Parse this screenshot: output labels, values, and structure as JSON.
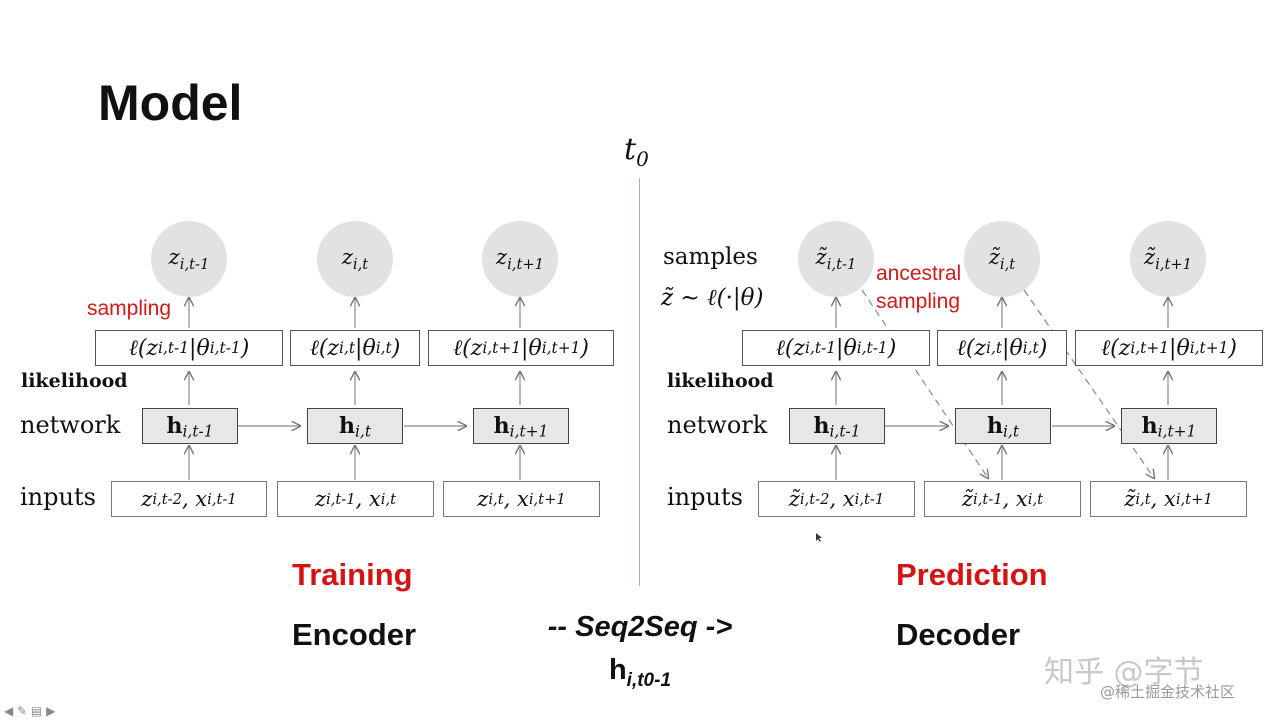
{
  "title": "Model",
  "t0": {
    "main": "t",
    "sub": "0"
  },
  "encoder": {
    "z": [
      "z_{i,t-1}",
      "z_{i,t}",
      "z_{i,t+1}"
    ],
    "likelihood": [
      "ℓ(z_{i,t-1}|θ_{i,t-1})",
      "ℓ(z_{i,t}|θ_{i,t})",
      "ℓ(z_{i,t+1}|θ_{i,t+1})"
    ],
    "h": [
      "h_{i,t-1}",
      "h_{i,t}",
      "h_{i,t+1}"
    ],
    "inputs": [
      "z_{i,t-2}, x_{i,t-1}",
      "z_{i,t-1}, x_{i,t}",
      "z_{i,t}, x_{i,t+1}"
    ],
    "sampling_label": "sampling",
    "likelihood_label": "likelihood",
    "network_label": "network",
    "inputs_label": "inputs"
  },
  "decoder": {
    "z": [
      "z̃_{i,t-1}",
      "z̃_{i,t}",
      "z̃_{i,t+1}"
    ],
    "likelihood": [
      "ℓ(z_{i,t-1}|θ_{i,t-1})",
      "ℓ(z_{i,t}|θ_{i,t})",
      "ℓ(z_{i,t+1}|θ_{i,t+1})"
    ],
    "h": [
      "h_{i,t-1}",
      "h_{i,t}",
      "h_{i,t+1}"
    ],
    "inputs": [
      "z̃_{i,t-2}, x_{i,t-1}",
      "z̃_{i,t-1}, x_{i,t}",
      "z̃_{i,t}, x_{i,t+1}"
    ],
    "samples_label": "samples",
    "samples_formula": "z̃ ∼ ℓ(·|θ)",
    "ancestral_label_1": "ancestral",
    "ancestral_label_2": "sampling",
    "likelihood_label": "likelihood",
    "network_label": "network",
    "inputs_label": "inputs"
  },
  "captions": {
    "training": "Training",
    "encoder": "Encoder",
    "prediction": "Prediction",
    "decoder": "Decoder",
    "seq2seq": "-- Seq2Seq ->",
    "h_main": "h",
    "h_sub": "i,t0-1"
  },
  "watermark": {
    "main": "知乎 @字节",
    "sub": "@稀土掘金技术社区"
  },
  "nav_icons": "◀ ✎ ▤ ▶",
  "colors": {
    "accent_red": "#d41414",
    "circle_fill": "#e2e2e2",
    "hbox_fill": "#e7e7e7",
    "divider": "#9bb5bd"
  }
}
